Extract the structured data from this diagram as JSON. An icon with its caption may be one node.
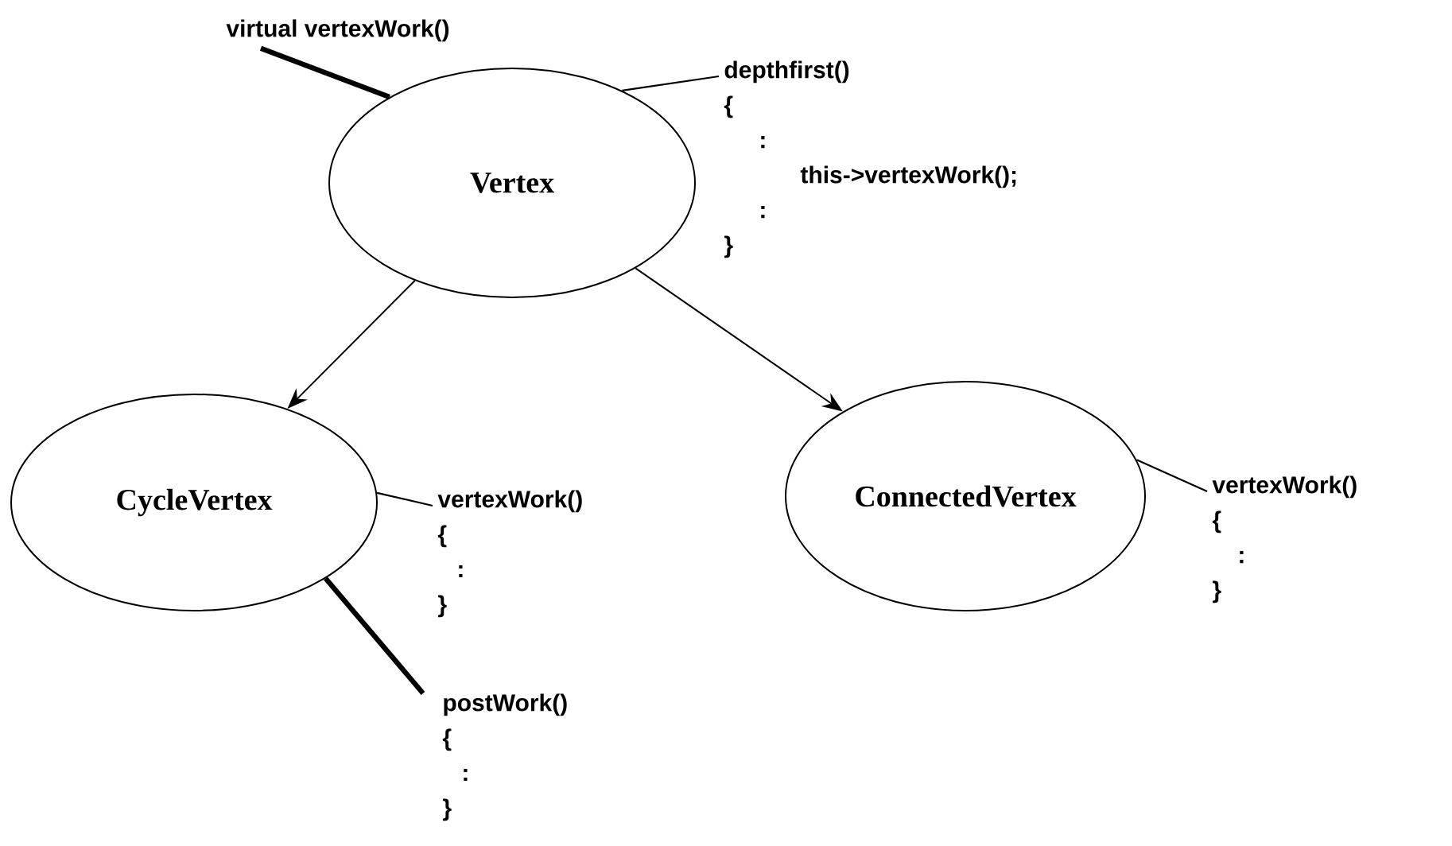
{
  "diagram": {
    "nodes": [
      {
        "text": [
          "Vertex"
        ]
      },
      {
        "text": [
          "CycleVertex"
        ]
      },
      {
        "text": [
          "ConnectedVertex"
        ]
      },
      {
        "text": [
          "virtual vertexWork()"
        ]
      },
      {
        "text": [
          "depthfirst()",
          "{",
          ":",
          "this->vertexWork();",
          ":",
          "}"
        ]
      },
      {
        "text": [
          "vertexWork()",
          "{",
          ":",
          "}"
        ]
      },
      {
        "text": [
          "postWork()",
          "{",
          ":",
          "}"
        ]
      },
      {
        "text": [
          "vertexWork()",
          "{",
          ":",
          "}"
        ]
      }
    ],
    "edges": [
      {
        "from": 0,
        "to": 1,
        "arrow": "to"
      },
      {
        "from": 0,
        "to": 2,
        "arrow": "to"
      },
      {
        "from": 3,
        "to": 0,
        "arrow": "none",
        "style": "thick"
      },
      {
        "from": 4,
        "to": 0,
        "arrow": "none"
      },
      {
        "from": 5,
        "to": 1,
        "arrow": "none"
      },
      {
        "from": 6,
        "to": 1,
        "arrow": "none",
        "style": "thick"
      },
      {
        "from": 7,
        "to": 2,
        "arrow": "none"
      }
    ]
  }
}
